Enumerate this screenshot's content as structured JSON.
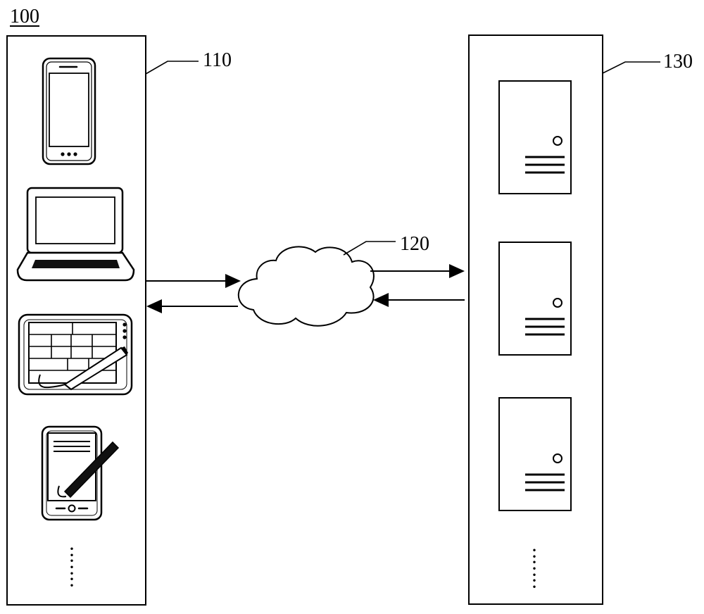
{
  "labels": {
    "system": "100",
    "terminals": "110",
    "network": "120",
    "servers": "130"
  },
  "ellipsis": {
    "left": "·\n·\n·\n·\n·\n·\n·",
    "right": "·\n·\n·\n·\n·\n·\n·"
  },
  "terminal_devices": [
    "phone-icon",
    "laptop-icon",
    "tablet-icon",
    "pda-icon"
  ],
  "server_units": [
    "server-icon",
    "server-icon",
    "server-icon"
  ],
  "icons": {
    "network": "cloud-icon"
  }
}
